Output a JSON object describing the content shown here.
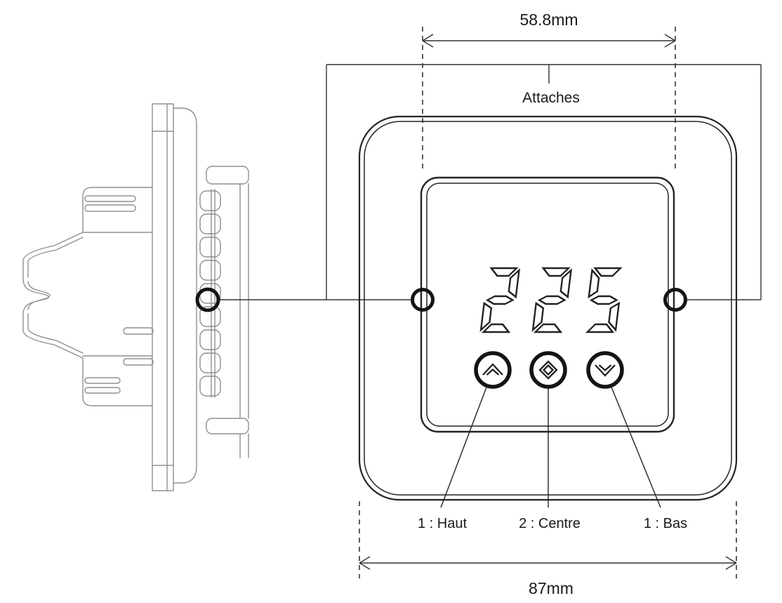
{
  "colors": {
    "background": "#ffffff",
    "front_ink": "#242424",
    "annotation_ink": "#333333",
    "side_view_ink": "#8f8f8f"
  },
  "annotations": {
    "top_dimension": "58.8mm",
    "bottom_dimension": "87mm",
    "attachment_label": "Attaches"
  },
  "display": {
    "type": "seven-segment",
    "value": "225"
  },
  "buttons": [
    {
      "name": "haut",
      "icon": "chevron-up-icon",
      "label": "1 : Haut"
    },
    {
      "name": "centre",
      "icon": "diamond-icon",
      "label": "2 : Centre"
    },
    {
      "name": "bas",
      "icon": "chevron-down-icon",
      "label": "1 : Bas"
    }
  ]
}
